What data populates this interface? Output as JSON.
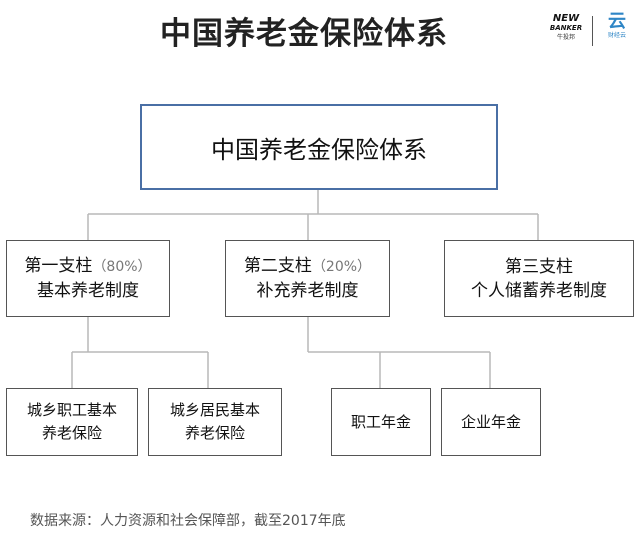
{
  "header": {
    "title": "中国养老金保险体系"
  },
  "logos": {
    "left_word_1": "NEW",
    "left_word_2": "BANKER",
    "left_caption": "牛投邦",
    "right_glyph": "云",
    "right_caption": "财经云"
  },
  "diagram": {
    "root": "中国养老金保险体系",
    "pillars": [
      {
        "name": "第一支柱",
        "share": "（80%）",
        "line2": "基本养老制度"
      },
      {
        "name": "第二支柱",
        "share": "（20%）",
        "line2": "补充养老制度"
      },
      {
        "name": "第三支柱",
        "share": "",
        "line2": "个人储蓄养老制度"
      }
    ],
    "leaves": [
      {
        "line1": "城乡职工基本",
        "line2": "养老保险"
      },
      {
        "line1": "城乡居民基本",
        "line2": "养老保险"
      },
      {
        "line1": "职工年金",
        "line2": ""
      },
      {
        "line1": "企业年金",
        "line2": ""
      }
    ]
  },
  "footer": {
    "source": "数据来源：人力资源和社会保障部，截至2017年底"
  }
}
